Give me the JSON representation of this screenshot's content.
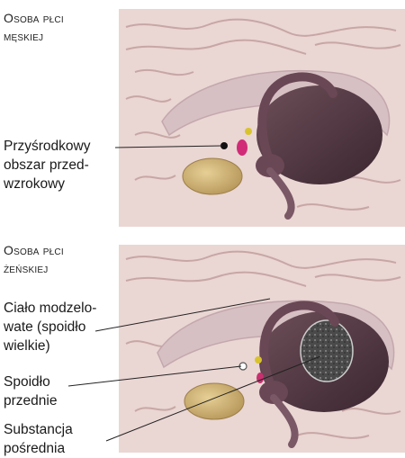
{
  "colors": {
    "brain_tissue": "#ead6d3",
    "fold_line": "#c7a7a6",
    "ventricle": "#d7c0c3",
    "thalamus": "#52373f",
    "fornix": "#6a4755",
    "chiasm": "#d1b57a",
    "nucleus_male": "#d12b78",
    "nucleus_female": "#c9306f",
    "yellow_dot": "#d9c32d"
  },
  "panels": [
    {
      "id": "male",
      "caption": "Osoba płci\nmęskiej",
      "labels": [
        {
          "text": "Przyśrodkowy\nobszar przed-\nwzrokowy"
        }
      ]
    },
    {
      "id": "female",
      "caption": "Osoba płci\nżeńskiej",
      "labels": [
        {
          "text": "Ciało modzelo-\nwate (spoidło\nwielkie)"
        },
        {
          "text": "Spoidło\nprzednie"
        },
        {
          "text": "Substancja\npośrednia"
        }
      ]
    }
  ]
}
